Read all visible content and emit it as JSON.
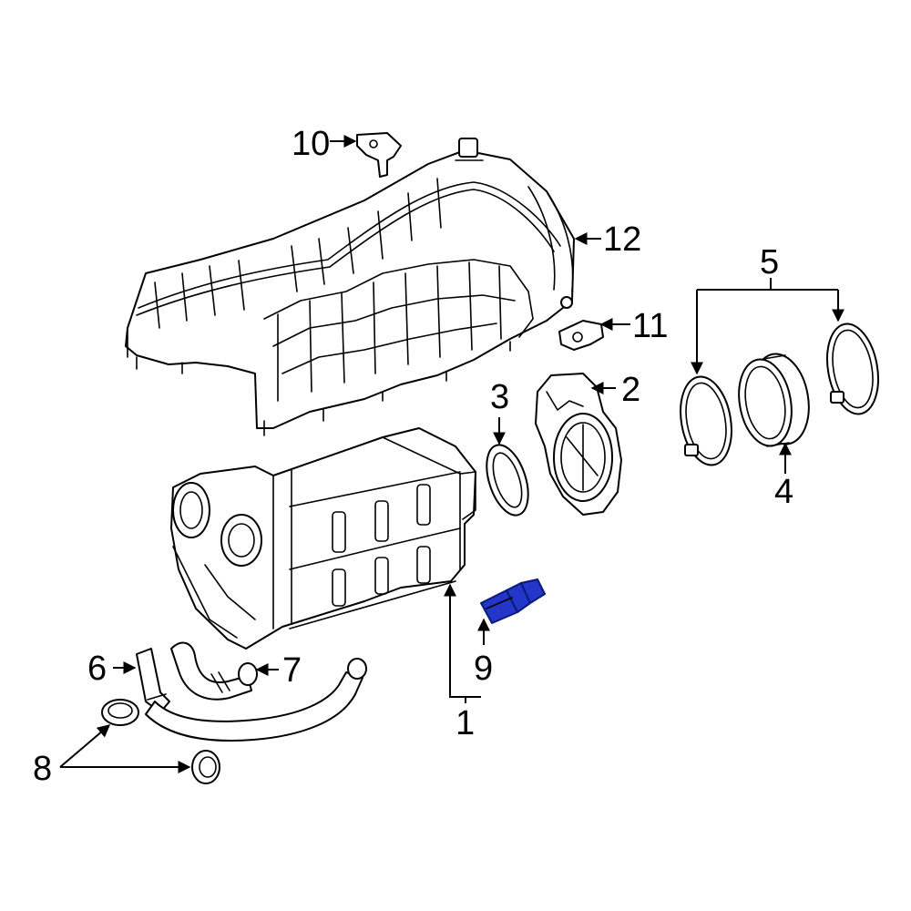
{
  "diagram": {
    "callouts": [
      {
        "id": "1",
        "label": "1"
      },
      {
        "id": "2",
        "label": "2"
      },
      {
        "id": "3",
        "label": "3"
      },
      {
        "id": "4",
        "label": "4"
      },
      {
        "id": "5",
        "label": "5"
      },
      {
        "id": "6",
        "label": "6"
      },
      {
        "id": "7",
        "label": "7"
      },
      {
        "id": "8",
        "label": "8"
      },
      {
        "id": "9",
        "label": "9"
      },
      {
        "id": "10",
        "label": "10"
      },
      {
        "id": "11",
        "label": "11"
      },
      {
        "id": "12",
        "label": "12"
      }
    ],
    "highlighted_part": "9",
    "colors": {
      "line": "#000000",
      "background": "#ffffff",
      "highlight": "#2436c8",
      "highlight_stroke": "#0a1a7a"
    }
  }
}
